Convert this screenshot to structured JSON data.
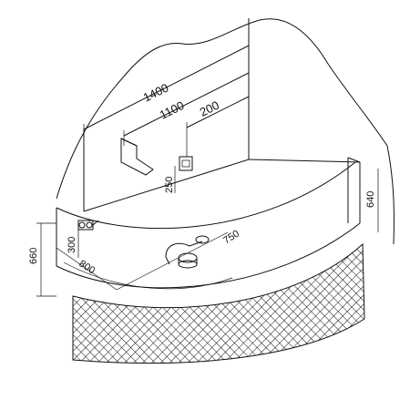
{
  "dimensions": {
    "d1400": "1400",
    "d1100": "1100",
    "d200": "200",
    "d250": "250",
    "d640": "640",
    "d750": "750",
    "d660": "660",
    "d300": "300",
    "d800": "800"
  },
  "colors": {
    "line": "#111111",
    "background": "#ffffff"
  }
}
